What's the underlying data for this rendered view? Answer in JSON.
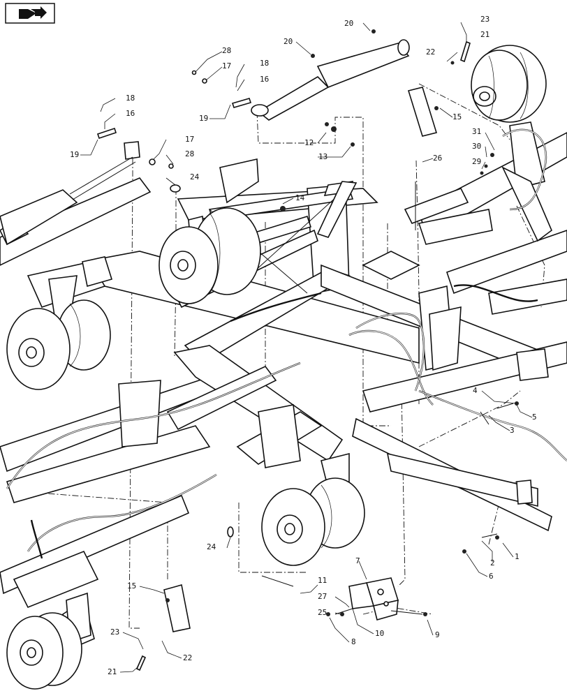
{
  "toolbar": {
    "icon": "book-arrow-icon"
  },
  "callouts": [
    "20",
    "20",
    "23",
    "21",
    "22",
    "28",
    "17",
    "18",
    "16",
    "16",
    "18",
    "19",
    "19",
    "17",
    "28",
    "24",
    "12",
    "13",
    "14",
    "15",
    "31",
    "30",
    "29",
    "26",
    "4",
    "5",
    "3",
    "2",
    "1",
    "6",
    "7",
    "11",
    "27",
    "25",
    "10",
    "8",
    "9",
    "24",
    "15",
    "23",
    "22",
    "21"
  ]
}
